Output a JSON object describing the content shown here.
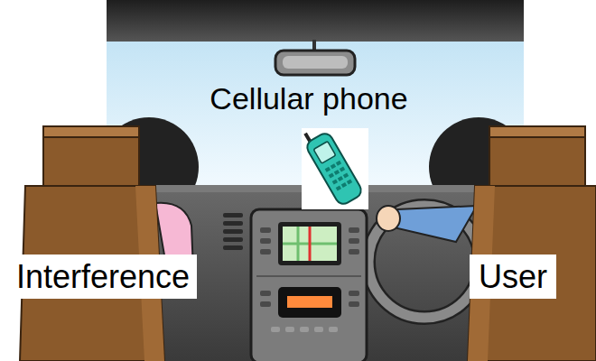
{
  "diagram": {
    "labels": [
      "Cellular phone",
      "Interference",
      "User"
    ]
  }
}
